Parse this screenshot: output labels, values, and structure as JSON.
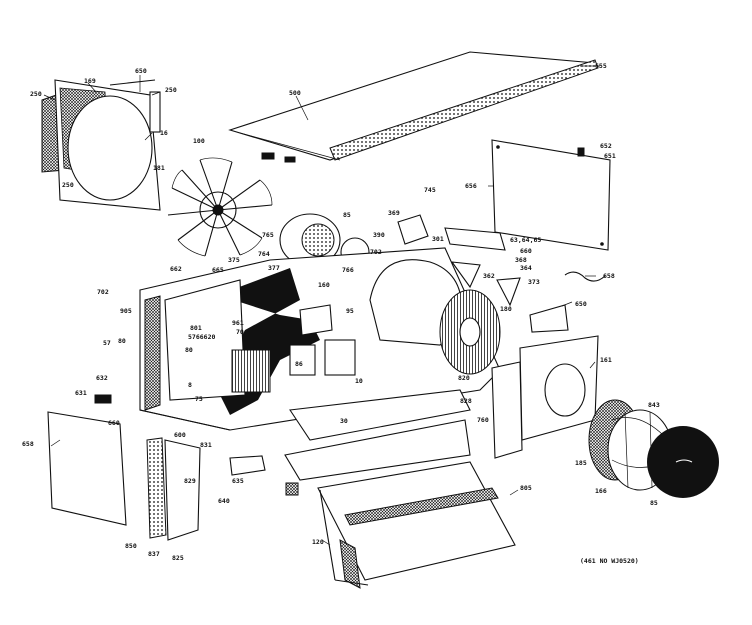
{
  "diagram": {
    "footer_ref": "(461 NO WJ0520)",
    "callouts": [
      {
        "id": "c1",
        "text": "250"
      },
      {
        "id": "c2",
        "text": "169"
      },
      {
        "id": "c3",
        "text": "650"
      },
      {
        "id": "c4",
        "text": "250"
      },
      {
        "id": "c5",
        "text": "16"
      },
      {
        "id": "c6",
        "text": "181"
      },
      {
        "id": "c7",
        "text": "100"
      },
      {
        "id": "c8",
        "text": "250"
      },
      {
        "id": "c9",
        "text": "500"
      },
      {
        "id": "c10",
        "text": "655"
      },
      {
        "id": "c11",
        "text": "652"
      },
      {
        "id": "c12",
        "text": "651"
      },
      {
        "id": "c13",
        "text": "656"
      },
      {
        "id": "c14",
        "text": "745"
      },
      {
        "id": "c15",
        "text": "369"
      },
      {
        "id": "c16",
        "text": "390"
      },
      {
        "id": "c17",
        "text": "301"
      },
      {
        "id": "c18",
        "text": "63,64,65"
      },
      {
        "id": "c19",
        "text": "660"
      },
      {
        "id": "c20",
        "text": "368"
      },
      {
        "id": "c21",
        "text": "364"
      },
      {
        "id": "c22",
        "text": "362"
      },
      {
        "id": "c23",
        "text": "373"
      },
      {
        "id": "c24",
        "text": "658"
      },
      {
        "id": "c25",
        "text": "650"
      },
      {
        "id": "c26",
        "text": "85"
      },
      {
        "id": "c27",
        "text": "702"
      },
      {
        "id": "c28",
        "text": "765"
      },
      {
        "id": "c29",
        "text": "764"
      },
      {
        "id": "c30",
        "text": "375"
      },
      {
        "id": "c31",
        "text": "377"
      },
      {
        "id": "c32",
        "text": "702"
      },
      {
        "id": "c33",
        "text": "662"
      },
      {
        "id": "c34",
        "text": "665"
      },
      {
        "id": "c35",
        "text": "905"
      },
      {
        "id": "c36",
        "text": "801"
      },
      {
        "id": "c37",
        "text": "5766620"
      },
      {
        "id": "c38",
        "text": "961"
      },
      {
        "id": "c39",
        "text": "70"
      },
      {
        "id": "c40",
        "text": "80"
      },
      {
        "id": "c41",
        "text": "80"
      },
      {
        "id": "c42",
        "text": "57"
      },
      {
        "id": "c43",
        "text": "632"
      },
      {
        "id": "c44",
        "text": "631"
      },
      {
        "id": "c45",
        "text": "8"
      },
      {
        "id": "c46",
        "text": "75"
      },
      {
        "id": "c47",
        "text": "600"
      },
      {
        "id": "c48",
        "text": "660"
      },
      {
        "id": "c49",
        "text": "658"
      },
      {
        "id": "c50",
        "text": "831"
      },
      {
        "id": "c51",
        "text": "635"
      },
      {
        "id": "c52",
        "text": "829"
      },
      {
        "id": "c53",
        "text": "640"
      },
      {
        "id": "c54",
        "text": "837"
      },
      {
        "id": "c55",
        "text": "825"
      },
      {
        "id": "c56",
        "text": "850"
      },
      {
        "id": "c57",
        "text": "766"
      },
      {
        "id": "c58",
        "text": "160"
      },
      {
        "id": "c59",
        "text": "180"
      },
      {
        "id": "c60",
        "text": "820"
      },
      {
        "id": "c61",
        "text": "10"
      },
      {
        "id": "c62",
        "text": "30"
      },
      {
        "id": "c63",
        "text": "828"
      },
      {
        "id": "c64",
        "text": "760"
      },
      {
        "id": "c65",
        "text": "161"
      },
      {
        "id": "c66",
        "text": "805"
      },
      {
        "id": "c67",
        "text": "120"
      },
      {
        "id": "c68",
        "text": "185"
      },
      {
        "id": "c69",
        "text": "843"
      },
      {
        "id": "c70",
        "text": "166"
      },
      {
        "id": "c71",
        "text": "85"
      },
      {
        "id": "c72",
        "text": "95"
      },
      {
        "id": "c73",
        "text": "86"
      }
    ]
  }
}
